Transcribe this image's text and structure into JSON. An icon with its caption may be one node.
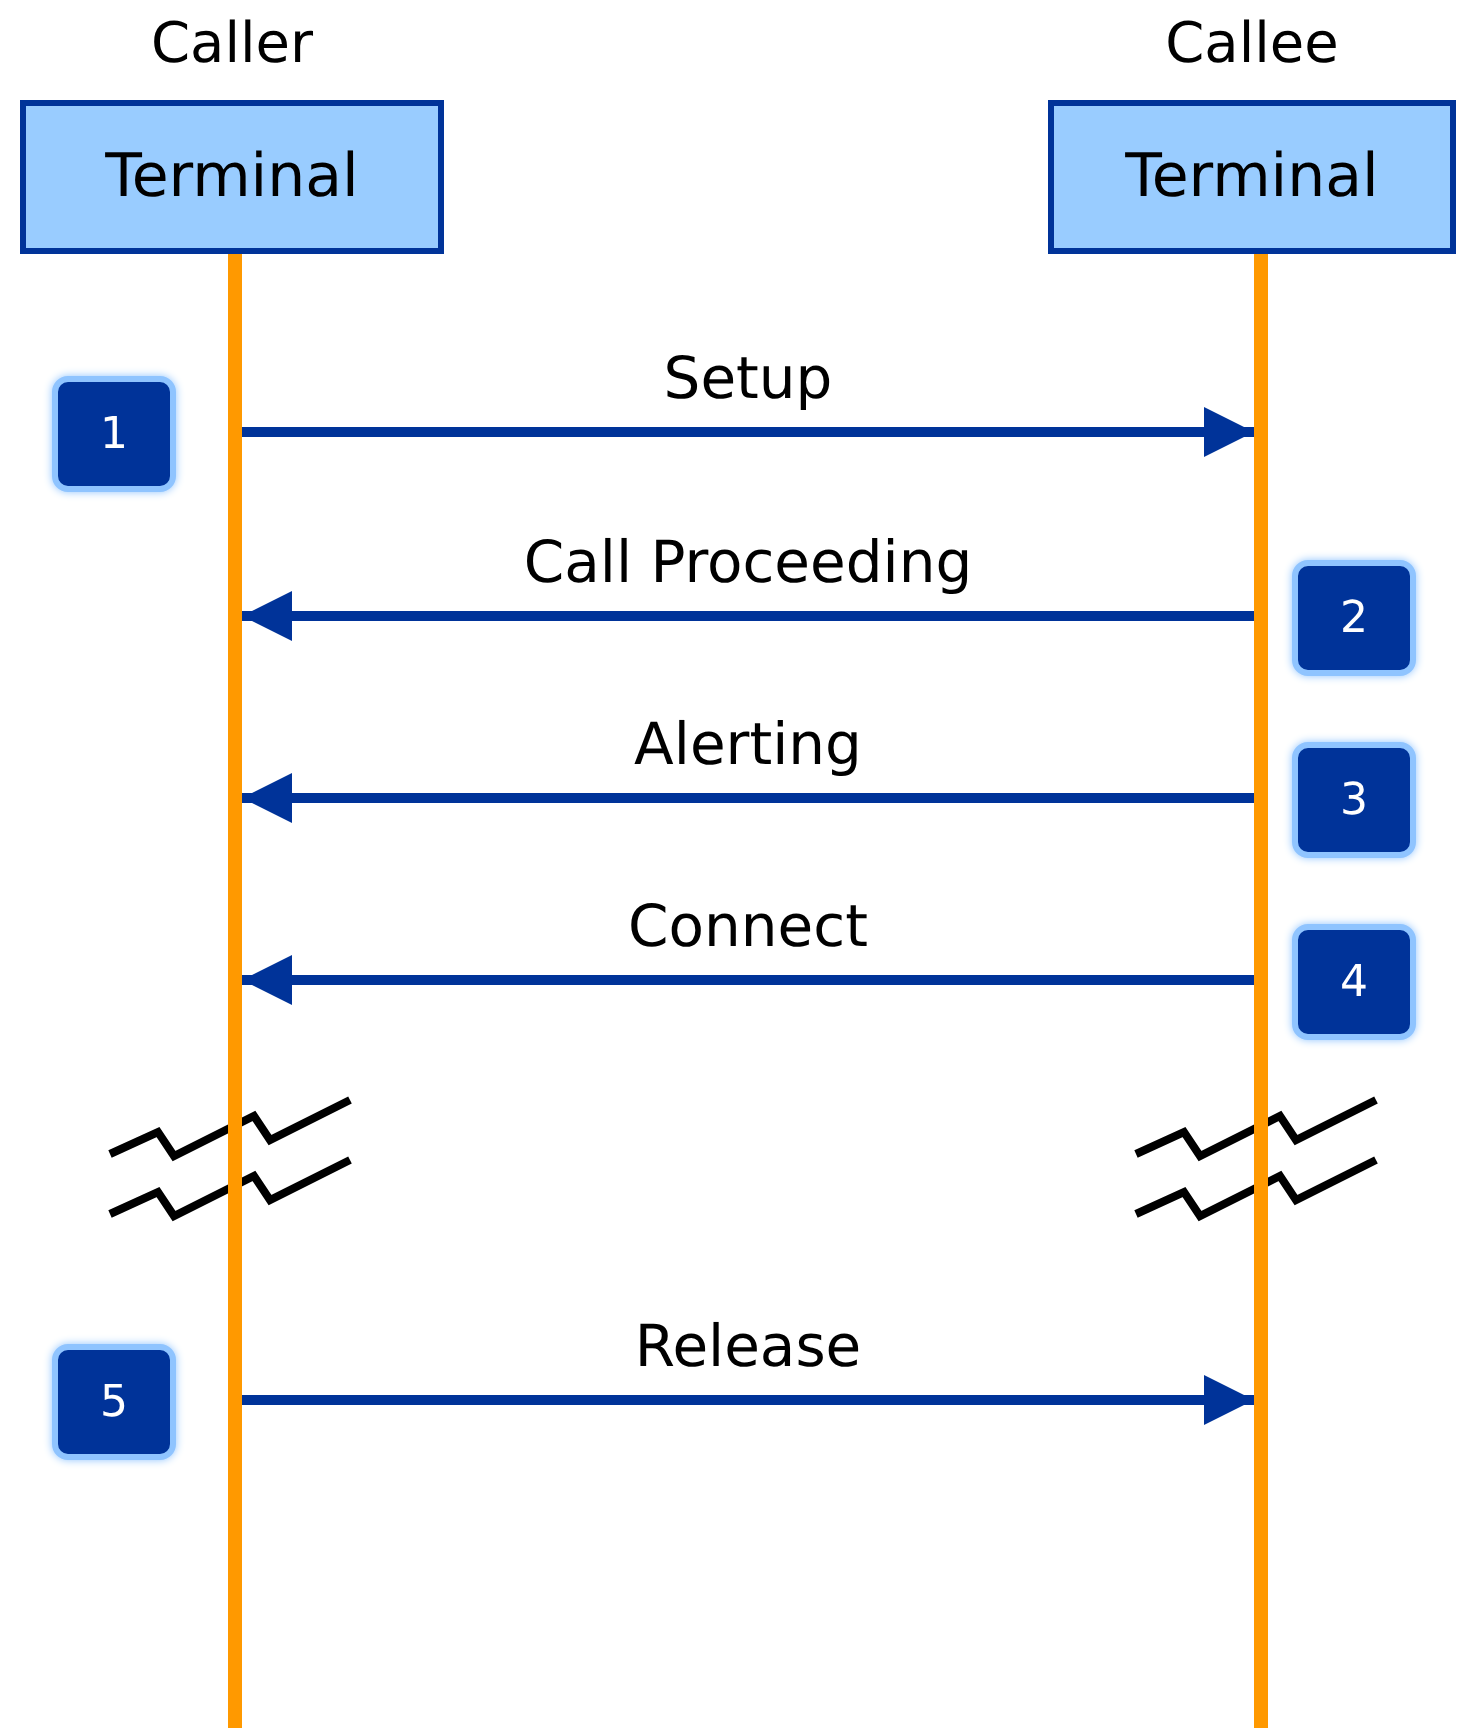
{
  "diagram": {
    "nodes": [
      {
        "text": [
          "Caller",
          "Terminal"
        ]
      },
      {
        "text": [
          "Callee",
          "Terminal"
        ]
      },
      {
        "text": [],
        "shape": "bar"
      },
      {
        "text": [],
        "shape": "bar"
      },
      {
        "text": [
          "1"
        ]
      },
      {
        "text": [
          "2"
        ]
      },
      {
        "text": [
          "3"
        ]
      },
      {
        "text": [
          "4"
        ]
      },
      {
        "text": [
          "5"
        ]
      }
    ],
    "edges": [
      {
        "from": 2,
        "to": 3,
        "arrow": "to",
        "label": "Setup"
      },
      {
        "from": 3,
        "to": 2,
        "arrow": "to",
        "label": "Call Proceeding"
      },
      {
        "from": 3,
        "to": 2,
        "arrow": "to",
        "label": "Alerting"
      },
      {
        "from": 3,
        "to": 2,
        "arrow": "to",
        "label": "Connect"
      },
      {
        "from": 2,
        "to": 3,
        "arrow": "to",
        "label": "Release"
      }
    ]
  }
}
